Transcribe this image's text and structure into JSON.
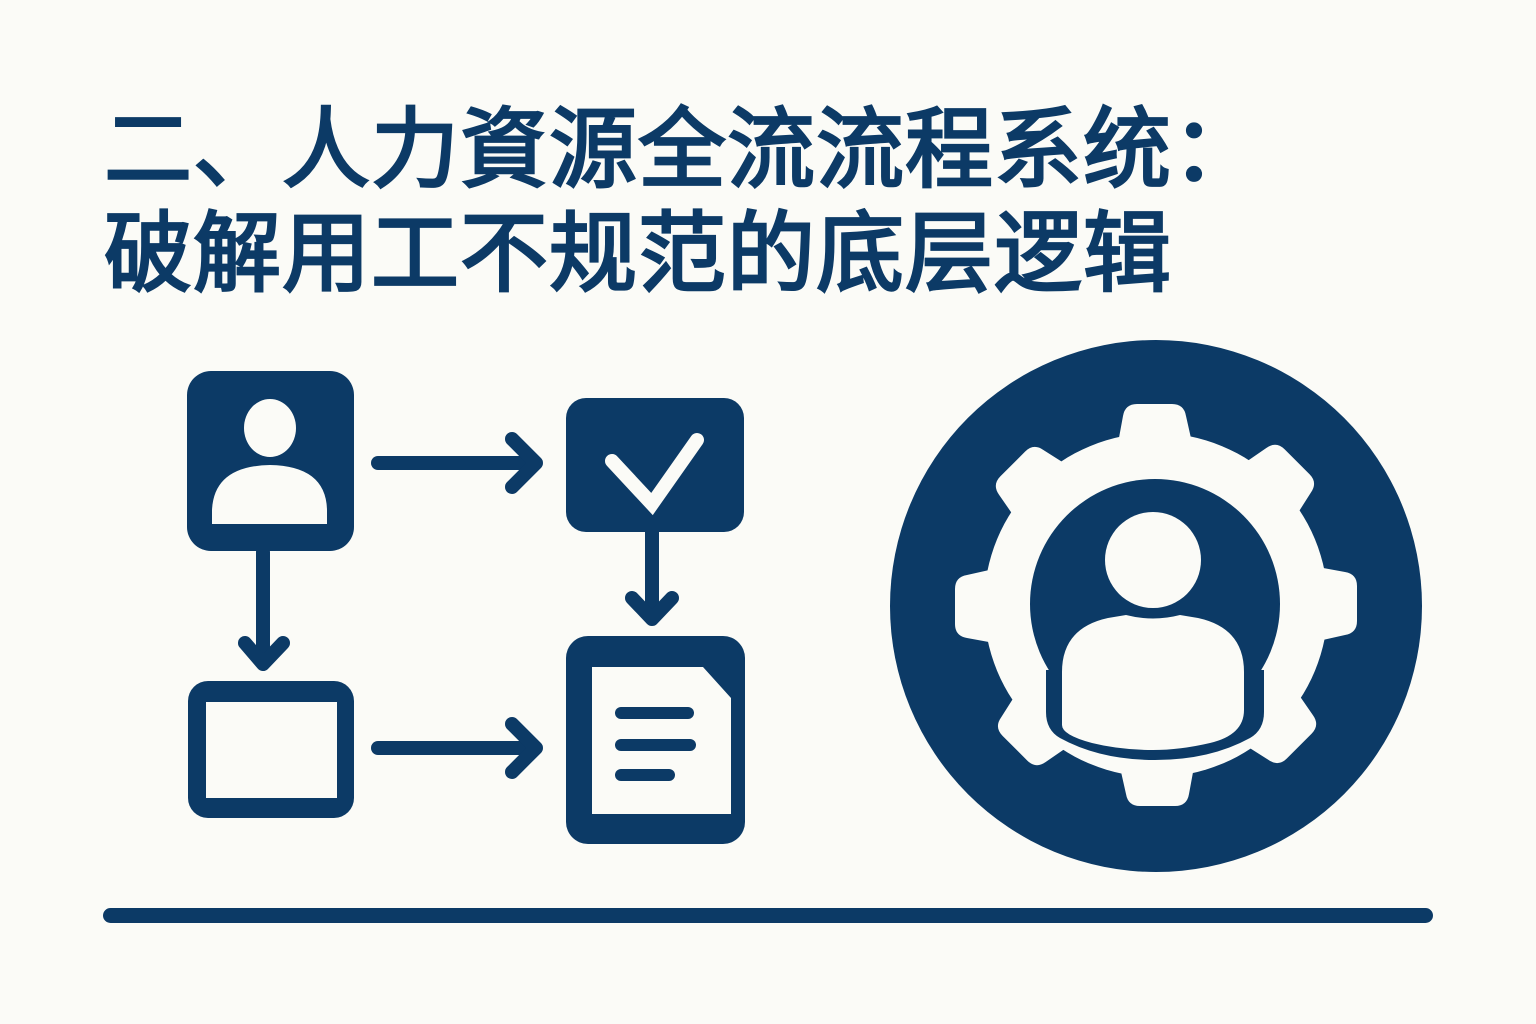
{
  "title": {
    "line1": "二、人力資源全流流程系统：",
    "line2": "破解用工不规范的底层逻辑"
  },
  "colors": {
    "primary": "#0c3a66",
    "background": "#fbfbf7",
    "icon_fill": "#ffffff"
  },
  "flowchart": {
    "nodes": [
      {
        "id": "person",
        "icon": "user-icon"
      },
      {
        "id": "approval",
        "icon": "checkmark-icon"
      },
      {
        "id": "blank",
        "icon": "empty-box-icon"
      },
      {
        "id": "document",
        "icon": "document-icon"
      }
    ],
    "edges": [
      {
        "from": "person",
        "to": "approval",
        "direction": "right"
      },
      {
        "from": "person",
        "to": "blank",
        "direction": "down"
      },
      {
        "from": "approval",
        "to": "document",
        "direction": "down"
      },
      {
        "from": "blank",
        "to": "document",
        "direction": "right"
      }
    ]
  },
  "emblem": {
    "icon": "gear-user-icon"
  }
}
